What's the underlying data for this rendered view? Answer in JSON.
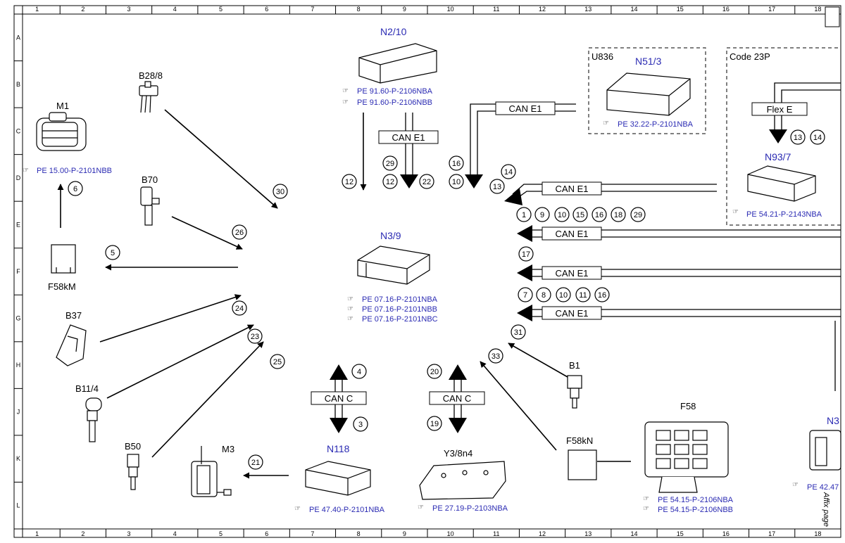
{
  "grid": {
    "columns": [
      "1",
      "2",
      "3",
      "4",
      "5",
      "6",
      "7",
      "8",
      "9",
      "10",
      "11",
      "12",
      "13",
      "14",
      "15",
      "16",
      "17",
      "18"
    ],
    "rows": [
      "A",
      "B",
      "C",
      "D",
      "E",
      "F",
      "G",
      "H",
      "J",
      "K",
      "L"
    ]
  },
  "colors": {
    "link": "#2b2bb3",
    "line": "#000000"
  },
  "components": {
    "m1": "M1",
    "b28": "B28/8",
    "b70": "B70",
    "f58km": "F58kM",
    "b37": "B37",
    "b114": "B11/4",
    "b50": "B50",
    "m3": "M3",
    "n118": "N118",
    "y3": "Y3/8n4",
    "n210": "N2/10",
    "n39": "N3/9",
    "n513": "N51/3",
    "u836": "U836",
    "code23p": "Code 23P",
    "n937": "N93/7",
    "b1": "B1",
    "f58kn": "F58kN",
    "f58": "F58",
    "n3": "N3"
  },
  "refs": {
    "m1": "PE 15.00-P-2101NBB",
    "n210a": "PE 91.60-P-2106NBA",
    "n210b": "PE 91.60-P-2106NBB",
    "n513": "PE 32.22-P-2101NBA",
    "n937": "PE 54.21-P-2143NBA",
    "n39a": "PE 07.16-P-2101NBA",
    "n39b": "PE 07.16-P-2101NBB",
    "n39c": "PE 07.16-P-2101NBC",
    "n118": "PE 47.40-P-2101NBA",
    "y3": "PE 27.19-P-2103NBA",
    "f58a": "PE 54.15-P-2106NBA",
    "f58b": "PE 54.15-P-2106NBB",
    "n3": "PE 42.47"
  },
  "buses": {
    "cane1": "CAN E1",
    "canc": "CAN C",
    "flexe": "Flex E"
  },
  "numbers": {
    "n6": "6",
    "n5": "5",
    "n30": "30",
    "n26": "26",
    "n24": "24",
    "n23": "23",
    "n25": "25",
    "n21": "21",
    "n12a": "12",
    "n29": "29",
    "n12b": "12",
    "n22": "22",
    "n16a": "16",
    "n10a": "10",
    "n14a": "14",
    "n13a": "13",
    "n13b": "13",
    "n14b": "14",
    "g1": "1",
    "g9": "9",
    "g10": "10",
    "g15": "15",
    "g16": "16",
    "g18": "18",
    "g29": "29",
    "n17": "17",
    "h7": "7",
    "h8": "8",
    "h10": "10",
    "h11": "11",
    "h16": "16",
    "n31": "31",
    "n33": "33",
    "n4": "4",
    "n3": "3",
    "n20": "20",
    "n19": "19"
  },
  "side_note": "Affix page"
}
